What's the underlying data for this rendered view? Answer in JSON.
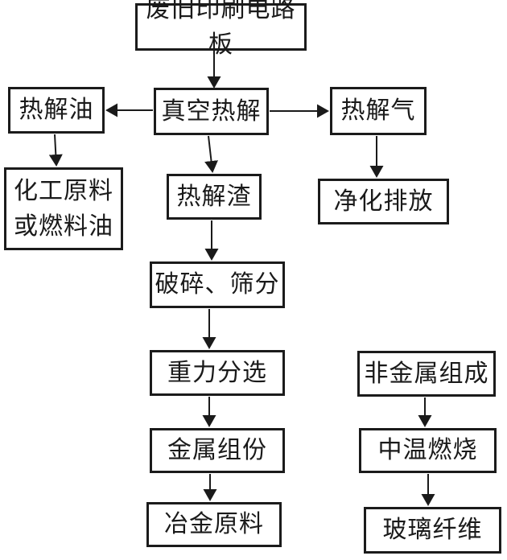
{
  "diagram": {
    "type": "flowchart",
    "language": "zh-CN",
    "colors": {
      "background": "#ffffff",
      "line": "#1a1a1a",
      "box_border": "#1b1b1b",
      "text": "#1a1a1a"
    },
    "nodes": {
      "scrap_pcb": {
        "label": "废旧印刷电路板"
      },
      "pyrolysis_oil": {
        "label": "热解油"
      },
      "vacuum_pyrolysis": {
        "label": "真空热解"
      },
      "pyrolysis_gas": {
        "label": "热解气"
      },
      "chem_fuel_oil": {
        "label": "化工原料\n或燃料油"
      },
      "pyrolysis_residue": {
        "label": "热解渣"
      },
      "purify_discharge": {
        "label": "净化排放"
      },
      "crush_screen": {
        "label": "破碎、筛分"
      },
      "gravity_separation": {
        "label": "重力分选"
      },
      "metal_fraction": {
        "label": "金属组份"
      },
      "metallurgical_material": {
        "label": "冶金原料"
      },
      "nonmetal_fraction": {
        "label": "非金属组成"
      },
      "mid_temp_combustion": {
        "label": "中温燃烧"
      },
      "glass_fiber": {
        "label": "玻璃纤维"
      }
    },
    "edges": [
      {
        "from": "scrap_pcb",
        "to": "vacuum_pyrolysis"
      },
      {
        "from": "vacuum_pyrolysis",
        "to": "pyrolysis_oil"
      },
      {
        "from": "vacuum_pyrolysis",
        "to": "pyrolysis_gas"
      },
      {
        "from": "vacuum_pyrolysis",
        "to": "pyrolysis_residue"
      },
      {
        "from": "pyrolysis_oil",
        "to": "chem_fuel_oil"
      },
      {
        "from": "pyrolysis_gas",
        "to": "purify_discharge"
      },
      {
        "from": "pyrolysis_residue",
        "to": "crush_screen"
      },
      {
        "from": "crush_screen",
        "to": "gravity_separation"
      },
      {
        "from": "gravity_separation",
        "to": "metal_fraction"
      },
      {
        "from": "metal_fraction",
        "to": "metallurgical_material"
      },
      {
        "from": "nonmetal_fraction",
        "to": "mid_temp_combustion"
      },
      {
        "from": "mid_temp_combustion",
        "to": "glass_fiber"
      }
    ]
  }
}
